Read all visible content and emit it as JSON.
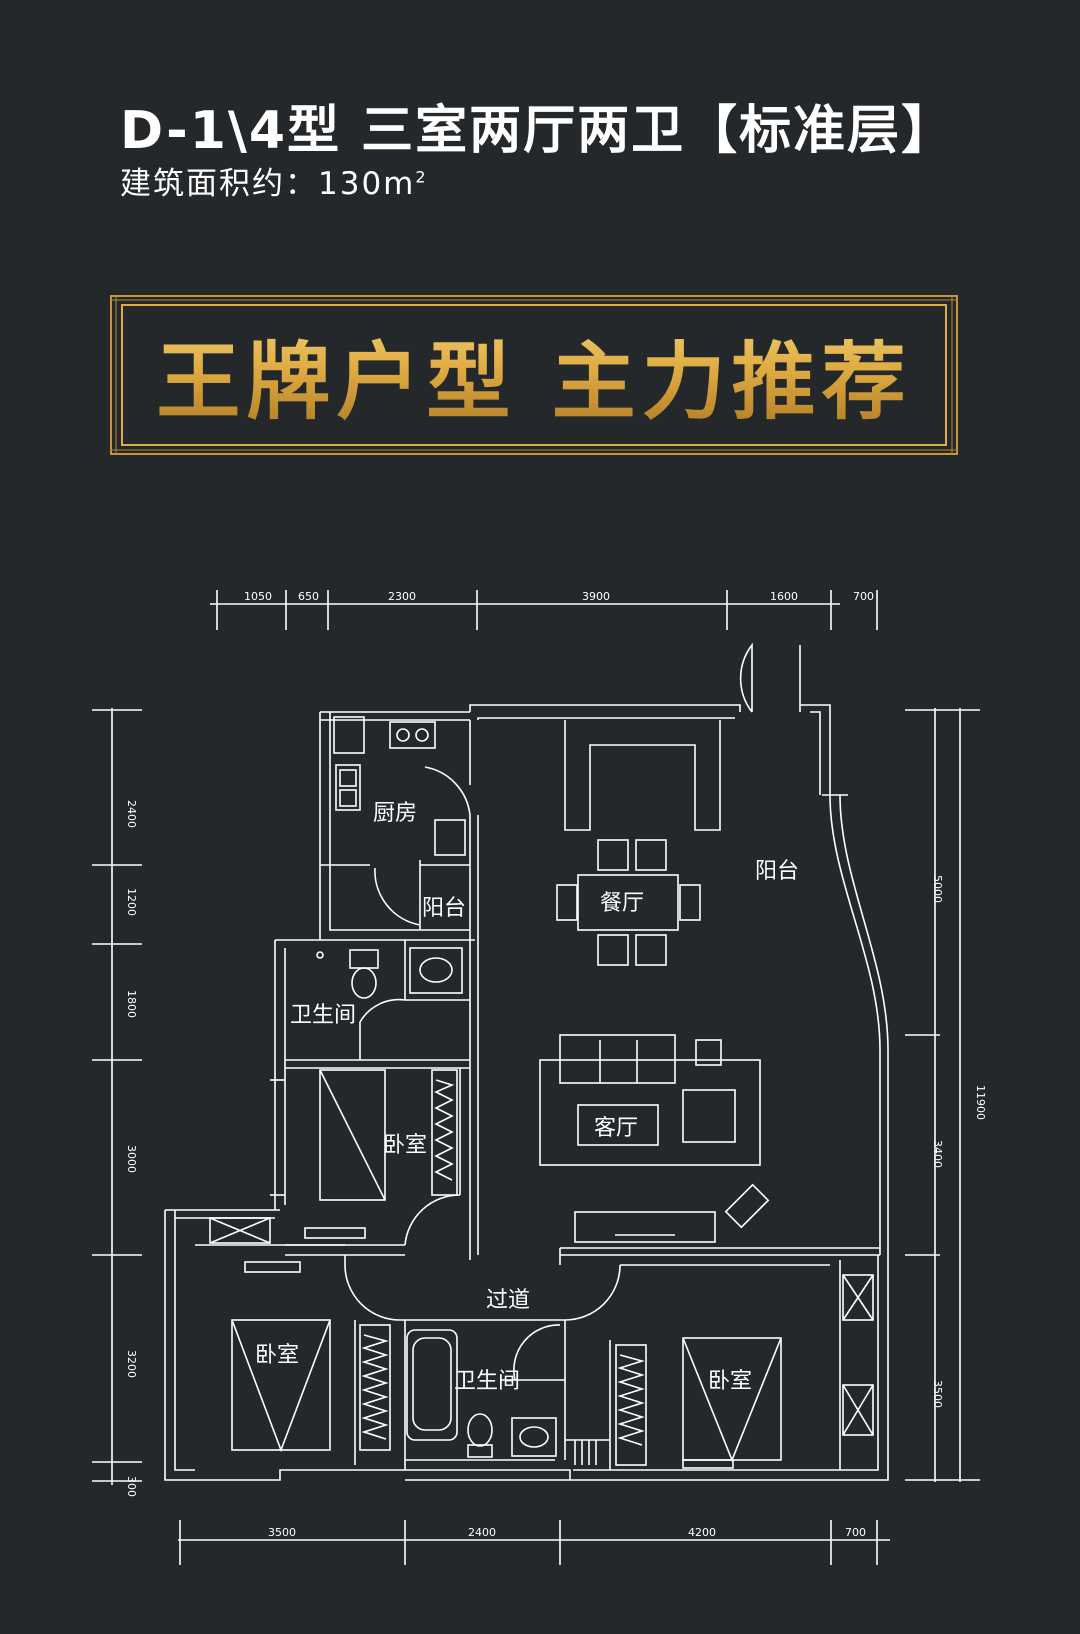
{
  "header": {
    "title": "D-1\\4型  三室两厅两卫【标准层】",
    "area_label": "建筑面积约：",
    "area_value": "130m",
    "area_sup": "2"
  },
  "slogan": "王牌户型 主力推荐",
  "rooms": {
    "kitchen": "厨房",
    "small_balcony": "阳台",
    "dining": "餐厅",
    "big_balcony": "阳台",
    "bath_upper": "卫生间",
    "bedroom_mid": "卧室",
    "living": "客厅",
    "corridor": "过道",
    "bedroom_left": "卧室",
    "bath_lower": "卫生间",
    "bedroom_right": "卧室"
  },
  "dimensions": {
    "top": [
      "1050",
      "650",
      "2300",
      "3900",
      "1600",
      "700"
    ],
    "bottom": [
      "3500",
      "2400",
      "4200",
      "700"
    ],
    "left": [
      "2400",
      "1200",
      "1800",
      "3000",
      "3200",
      "300"
    ],
    "right": [
      "5000",
      "3400",
      "3500"
    ],
    "right_total": "11900"
  },
  "colors": {
    "background": "#25282b",
    "line": "#ffffff",
    "gold": "#e0ad44"
  }
}
